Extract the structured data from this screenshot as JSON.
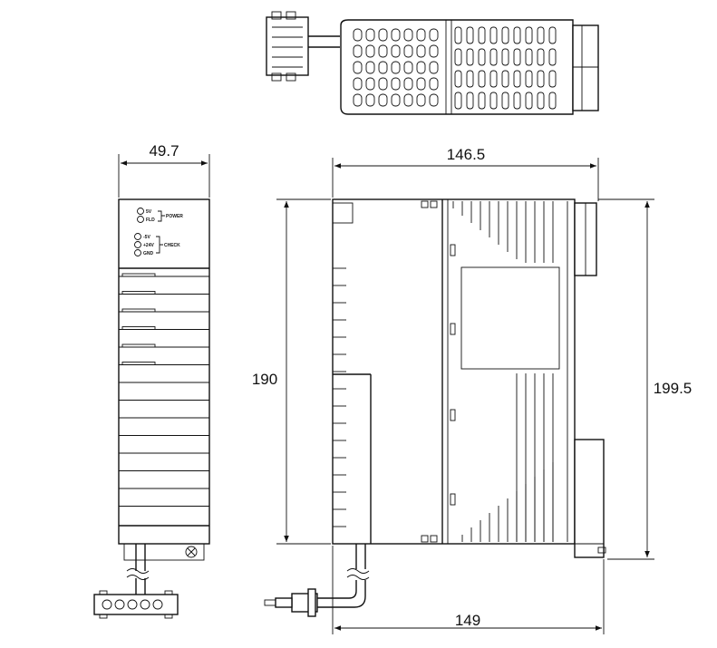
{
  "dimensions": {
    "front_width": "49.7",
    "side_depth_top": "146.5",
    "side_height": "190",
    "side_height_total": "199.5",
    "side_depth_bottom": "149"
  },
  "front_panel": {
    "power_leds": [
      "5V",
      "FLD"
    ],
    "power_label": "POWER",
    "check_leds": [
      "-5V",
      "+24V",
      "GND"
    ],
    "check_label": "CHECK"
  }
}
